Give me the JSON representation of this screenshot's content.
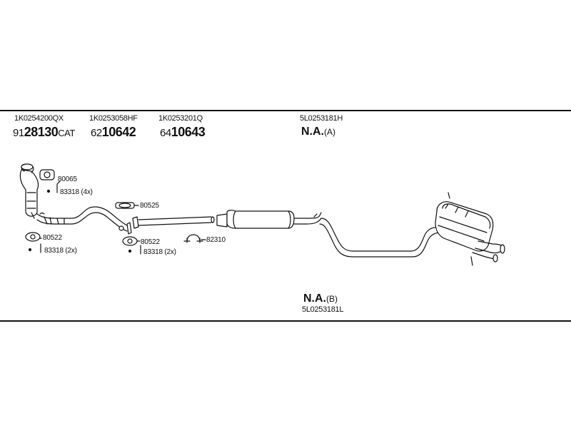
{
  "header": {
    "parts": [
      {
        "oem": "1K0254200QX",
        "prefix": "91",
        "number": "28130",
        "suffix": "CAT"
      },
      {
        "oem": "1K0253058HF",
        "prefix": "62",
        "number": "10642",
        "suffix": ""
      },
      {
        "oem": "1K0253201Q",
        "prefix": "64",
        "number": "10643",
        "suffix": ""
      },
      {
        "oem": "5L0253181H",
        "na_label": "N.A.",
        "na_suffix": "(A)"
      }
    ]
  },
  "rear_part": {
    "na_label": "N.A.",
    "na_suffix": "(B)",
    "oem": "5L0253181L"
  },
  "labels": {
    "gasket_80065": "80065",
    "screw_83318_4x": "83318 (4x)",
    "gasket_80522_left": "80522",
    "screw_83318_2x_left": "83318 (2x)",
    "ring_80525": "80525",
    "gasket_80522_right": "80522",
    "screw_83318_2x_right": "83318 (2x)",
    "clamp_82310": "82310"
  },
  "colors": {
    "line": "#111111",
    "pipe": "#222222",
    "background": "#ffffff"
  }
}
